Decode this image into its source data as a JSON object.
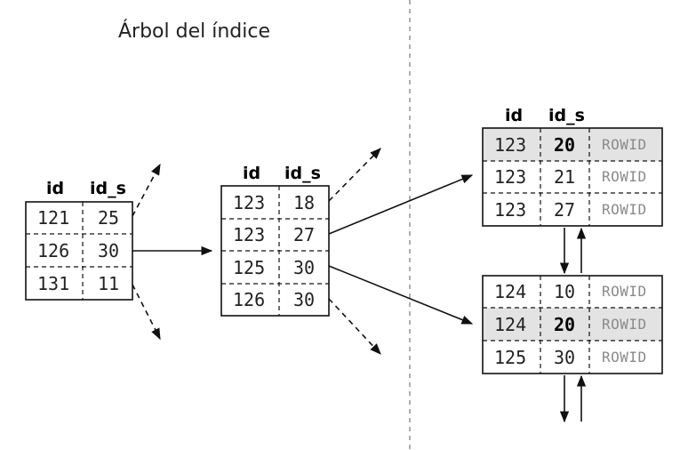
{
  "title": "Árbol del índice",
  "columns": {
    "id": "id",
    "id_s": "id_s"
  },
  "root_node": {
    "rows": [
      {
        "id": "121",
        "id_s": "25"
      },
      {
        "id": "126",
        "id_s": "30"
      },
      {
        "id": "131",
        "id_s": "11"
      }
    ]
  },
  "branch_node": {
    "rows": [
      {
        "id": "123",
        "id_s": "18"
      },
      {
        "id": "123",
        "id_s": "27"
      },
      {
        "id": "125",
        "id_s": "30"
      },
      {
        "id": "126",
        "id_s": "30"
      }
    ]
  },
  "leaf_nodes": [
    {
      "rows": [
        {
          "id": "123",
          "id_s": "20",
          "ref": "ROWID",
          "highlighted": true
        },
        {
          "id": "123",
          "id_s": "21",
          "ref": "ROWID",
          "highlighted": false
        },
        {
          "id": "123",
          "id_s": "27",
          "ref": "ROWID",
          "highlighted": false
        }
      ]
    },
    {
      "rows": [
        {
          "id": "124",
          "id_s": "10",
          "ref": "ROWID",
          "highlighted": false
        },
        {
          "id": "124",
          "id_s": "20",
          "ref": "ROWID",
          "highlighted": true
        },
        {
          "id": "125",
          "id_s": "30",
          "ref": "ROWID",
          "highlighted": false
        }
      ]
    }
  ]
}
